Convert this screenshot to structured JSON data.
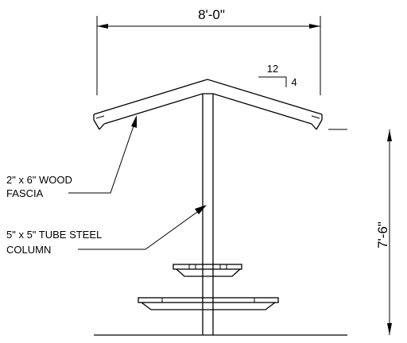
{
  "dimensions": {
    "width": "8'-0\"",
    "height": "7'-6\""
  },
  "slope": {
    "run": "12",
    "rise": "4"
  },
  "callouts": {
    "fascia": {
      "line1": "2\" x 6\" WOOD",
      "line2": "FASCIA"
    },
    "column": {
      "line1": "5\" x 5\" TUBE STEEL",
      "line2": "COLUMN"
    }
  }
}
